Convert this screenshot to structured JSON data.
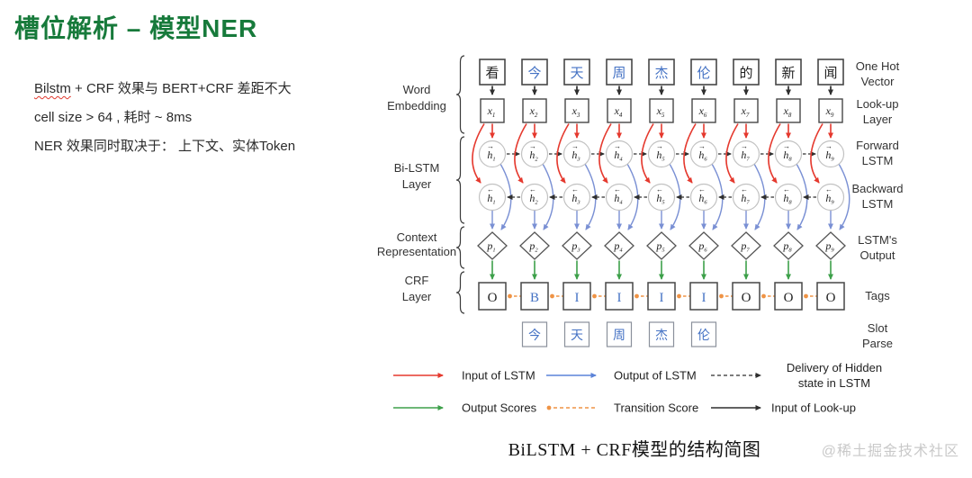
{
  "page": {
    "title": "槽位解析 – 模型NER"
  },
  "notes": {
    "line1_highlight": "Bilstm",
    "line1_rest": " + CRF 效果与 BERT+CRF 差距不大",
    "line2": "cell size > 64 , 耗时 ~ 8ms",
    "line3": "NER 效果同时取决于： 上下文、实体Token"
  },
  "diagram": {
    "tokens": [
      {
        "char": "看",
        "entity": false
      },
      {
        "char": "今",
        "entity": true
      },
      {
        "char": "天",
        "entity": true
      },
      {
        "char": "周",
        "entity": true
      },
      {
        "char": "杰",
        "entity": true
      },
      {
        "char": "伦",
        "entity": true
      },
      {
        "char": "的",
        "entity": false
      },
      {
        "char": "新",
        "entity": false
      },
      {
        "char": "闻",
        "entity": false
      }
    ],
    "tags": [
      {
        "label": "O",
        "entity": false
      },
      {
        "label": "B",
        "entity": true
      },
      {
        "label": "I",
        "entity": true
      },
      {
        "label": "I",
        "entity": true
      },
      {
        "label": "I",
        "entity": true
      },
      {
        "label": "I",
        "entity": true
      },
      {
        "label": "O",
        "entity": false
      },
      {
        "label": "O",
        "entity": false
      },
      {
        "label": "O",
        "entity": false
      }
    ],
    "slot_tokens": [
      "今",
      "天",
      "周",
      "杰",
      "伦"
    ],
    "left_labels": [
      {
        "lines": [
          "Word",
          "Embedding"
        ]
      },
      {
        "lines": [
          "Bi-LSTM",
          "Layer"
        ]
      },
      {
        "lines": [
          "Context",
          "Representation"
        ]
      },
      {
        "lines": [
          "CRF",
          "Layer"
        ]
      }
    ],
    "right_labels": [
      {
        "lines": [
          "One Hot",
          "Vector"
        ]
      },
      {
        "lines": [
          "Look-up",
          "Layer"
        ]
      },
      {
        "lines": [
          "Forward",
          "LSTM"
        ]
      },
      {
        "lines": [
          "Backward",
          "LSTM"
        ]
      },
      {
        "lines": [
          "LSTM's",
          "Output"
        ]
      },
      {
        "lines": [
          "Tags"
        ]
      },
      {
        "lines": [
          "Slot",
          "Parse"
        ]
      }
    ],
    "legend": [
      {
        "kind": "arrow-solid",
        "color": "red",
        "label": "Input of LSTM"
      },
      {
        "kind": "arrow-solid",
        "color": "blue",
        "label": "Output of LSTM"
      },
      {
        "kind": "arrow-dashed",
        "color": "black",
        "label": "Delivery of Hidden\nstate in LSTM"
      },
      {
        "kind": "arrow-solid",
        "color": "green",
        "label": "Output Scores"
      },
      {
        "kind": "dot-dash",
        "color": "orange",
        "label": "Transition Score"
      },
      {
        "kind": "arrow-solid",
        "color": "black",
        "label": "Input of Look-up"
      }
    ],
    "caption": "BiLSTM + CRF模型的结构简图"
  },
  "watermark": "@稀土掘金技术社区",
  "colors": {
    "title_green": "#177a3b",
    "accent_blue": "#4472c4",
    "red": "#e5392e",
    "blue_soft": "#7a90d4",
    "blue": "#5b83d8",
    "green": "#3da04a",
    "orange": "#ef9345",
    "black": "#2f2f2f",
    "box_stroke": "#464646",
    "circle_stroke": "#c2c2c2",
    "diamond_stroke": "#555555",
    "slot_stroke": "#8a909b",
    "label_gray": "#333333"
  }
}
